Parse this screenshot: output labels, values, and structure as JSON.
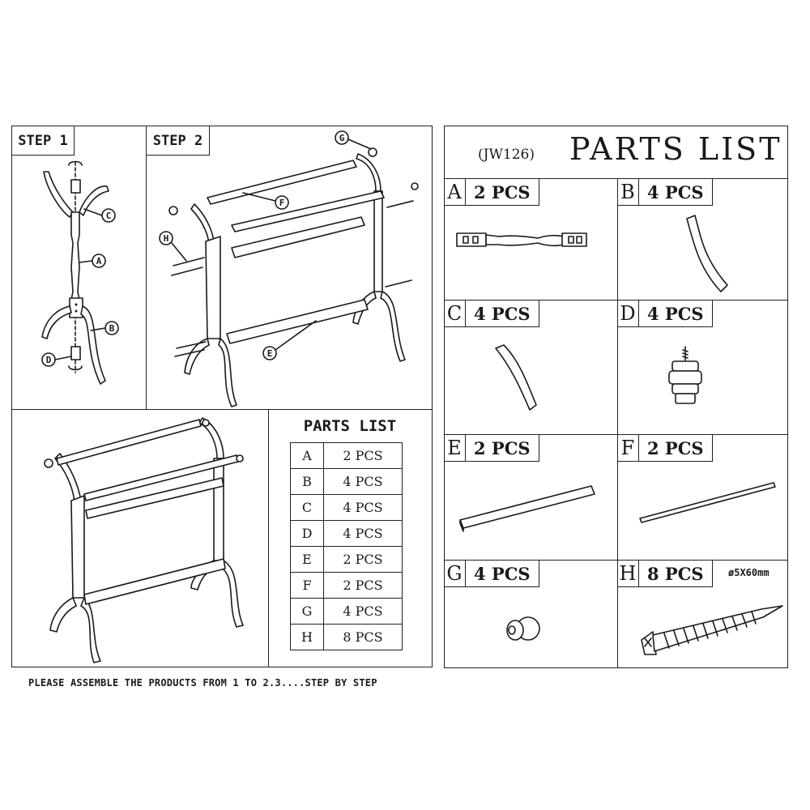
{
  "steps": {
    "step1_label": "STEP 1",
    "step2_label": "STEP 2"
  },
  "callouts": {
    "step1": [
      "C",
      "A",
      "B",
      "D"
    ],
    "step2": [
      "G",
      "F",
      "H",
      "E"
    ]
  },
  "small_parts_list": {
    "title": "PARTS LIST",
    "rows": [
      {
        "part": "A",
        "qty": "2 PCS"
      },
      {
        "part": "B",
        "qty": "4 PCS"
      },
      {
        "part": "C",
        "qty": "4 PCS"
      },
      {
        "part": "D",
        "qty": "4 PCS"
      },
      {
        "part": "E",
        "qty": "2 PCS"
      },
      {
        "part": "F",
        "qty": "2 PCS"
      },
      {
        "part": "G",
        "qty": "4 PCS"
      },
      {
        "part": "H",
        "qty": "8 PCS"
      }
    ]
  },
  "footer_note": "PLEASE ASSEMBLE THE PRODUCTS FROM 1 TO 2.3....STEP BY STEP",
  "right_panel": {
    "model_code": "(JW126)",
    "title": "PARTS LIST",
    "parts": [
      {
        "letter": "A",
        "qty": "2 PCS"
      },
      {
        "letter": "B",
        "qty": "4 PCS"
      },
      {
        "letter": "C",
        "qty": "4 PCS"
      },
      {
        "letter": "D",
        "qty": "4 PCS"
      },
      {
        "letter": "E",
        "qty": "2 PCS"
      },
      {
        "letter": "F",
        "qty": "2 PCS"
      },
      {
        "letter": "G",
        "qty": "4 PCS"
      },
      {
        "letter": "H",
        "qty": "8 PCS"
      }
    ],
    "screw_spec": "ø5X60mm"
  }
}
